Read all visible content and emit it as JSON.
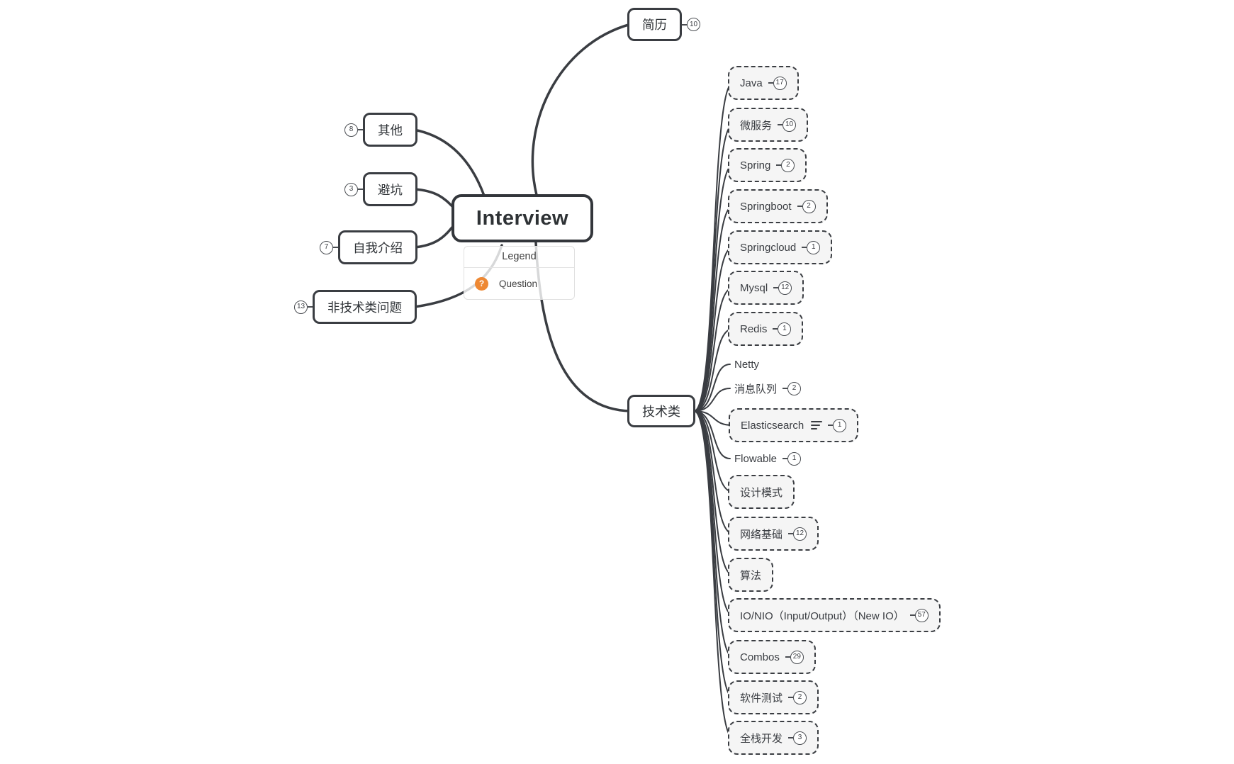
{
  "root": {
    "label": "Interview"
  },
  "legend": {
    "title": "Legend",
    "items": [
      {
        "icon": "question-icon",
        "label": "Question"
      }
    ]
  },
  "branches": {
    "resume": {
      "label": "简历",
      "badge": "10"
    },
    "left": [
      {
        "label": "其他",
        "badge": "8"
      },
      {
        "label": "避坑",
        "badge": "3"
      },
      {
        "label": "自我介绍",
        "badge": "7"
      },
      {
        "label": "非技术类问题",
        "badge": "13"
      }
    ],
    "technical": {
      "label": "技术类"
    },
    "technical_children": [
      {
        "label": "Java",
        "badge": "17"
      },
      {
        "label": "微服务",
        "badge": "10"
      },
      {
        "label": "Spring",
        "badge": "2"
      },
      {
        "label": "Springboot",
        "badge": "2"
      },
      {
        "label": "Springcloud",
        "badge": "1"
      },
      {
        "label": "Mysql",
        "badge": "12"
      },
      {
        "label": "Redis",
        "badge": "1"
      },
      {
        "label": "Netty"
      },
      {
        "label": "消息队列",
        "badge": "2"
      },
      {
        "label": "Elasticsearch",
        "badge": "1",
        "icon": "notes-icon"
      },
      {
        "label": "Flowable",
        "badge": "1"
      },
      {
        "label": "设计模式"
      },
      {
        "label": "网络基础",
        "badge": "12"
      },
      {
        "label": "算法"
      },
      {
        "label": "IO/NIO（Input/Output）（New IO）",
        "badge": "57"
      },
      {
        "label": "Combos",
        "badge": "29"
      },
      {
        "label": "软件测试",
        "badge": "2"
      },
      {
        "label": "全栈开发",
        "badge": "3"
      }
    ]
  },
  "colors": {
    "accent_orange": "#ee8833",
    "line": "#3a3d42",
    "dashed_fill": "#f5f5f5"
  }
}
